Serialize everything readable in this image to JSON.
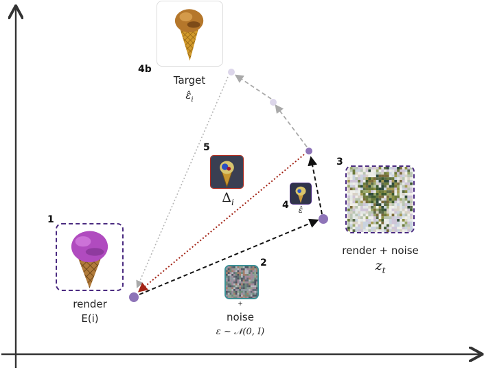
{
  "steps": {
    "render_num": "1",
    "noise_num": "2",
    "noisy_num": "3",
    "pred_num": "4",
    "target_num": "4b",
    "delta_num": "5"
  },
  "labels": {
    "render": "render",
    "render_math": "E(i)",
    "noise_plus": "+",
    "noise": "noise",
    "noise_math": "ε ~ 𝒩(0, I)",
    "noisy": "render + noise",
    "noisy_math": "z_t",
    "pred_math": "ε̂",
    "target": "Target",
    "target_math": "ε̂_i",
    "delta_math": "Δ_i"
  },
  "colors": {
    "point": "#8e74b8",
    "point_light": "#d4cce6",
    "dashed_black": "#111111",
    "dashed_gray": "#a9a9a9",
    "dotted_red": "#a32315",
    "frame_purple": "#4a2a80",
    "frame_teal": "#3c8f95",
    "frame_red": "#b12a1d"
  }
}
